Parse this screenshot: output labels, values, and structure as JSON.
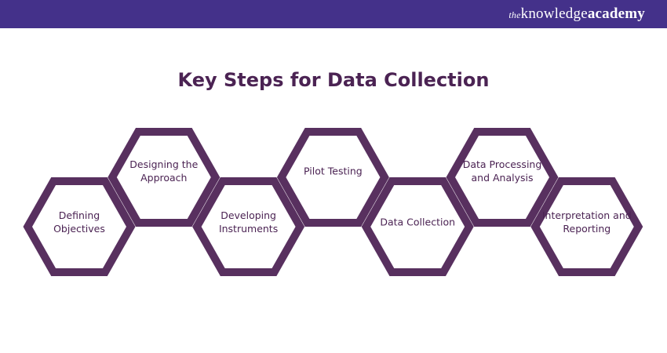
{
  "header": {
    "logo_the": "the",
    "logo_knowledge": "knowledge",
    "logo_academy": "academy"
  },
  "title": "Key Steps for Data Collection",
  "steps": [
    {
      "label": "Defining Objectives"
    },
    {
      "label": "Designing the Approach"
    },
    {
      "label": "Developing Instruments"
    },
    {
      "label": "Pilot Testing"
    },
    {
      "label": "Data Collection"
    },
    {
      "label": "Data Processing and Analysis"
    },
    {
      "label": "Interpretation and Reporting"
    }
  ],
  "colors": {
    "header": "#44318a",
    "hex": "#58305f",
    "text": "#4b2353"
  }
}
